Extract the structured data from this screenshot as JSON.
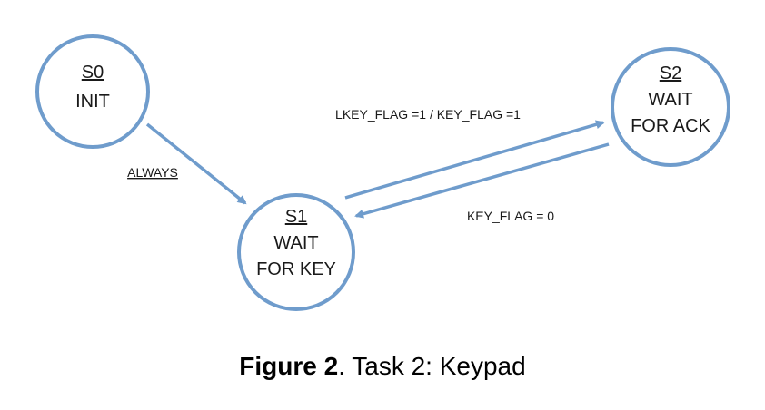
{
  "colors": {
    "node_stroke": "#6f9ccc",
    "edge_stroke": "#6f9ccc"
  },
  "nodes": {
    "s0": {
      "id": "S0",
      "line1": "INIT"
    },
    "s1": {
      "id": "S1",
      "line1": "WAIT",
      "line2": "FOR KEY"
    },
    "s2": {
      "id": "S2",
      "line1": "WAIT",
      "line2": "FOR ACK"
    }
  },
  "edges": {
    "s0_to_s1": {
      "label": "ALWAYS"
    },
    "s1_to_s2": {
      "label": "LKEY_FLAG =1 / KEY_FLAG =1"
    },
    "s2_to_s1": {
      "label": "KEY_FLAG = 0"
    }
  },
  "caption": {
    "figure": "Figure 2",
    "text": ". Task 2: Keypad"
  }
}
